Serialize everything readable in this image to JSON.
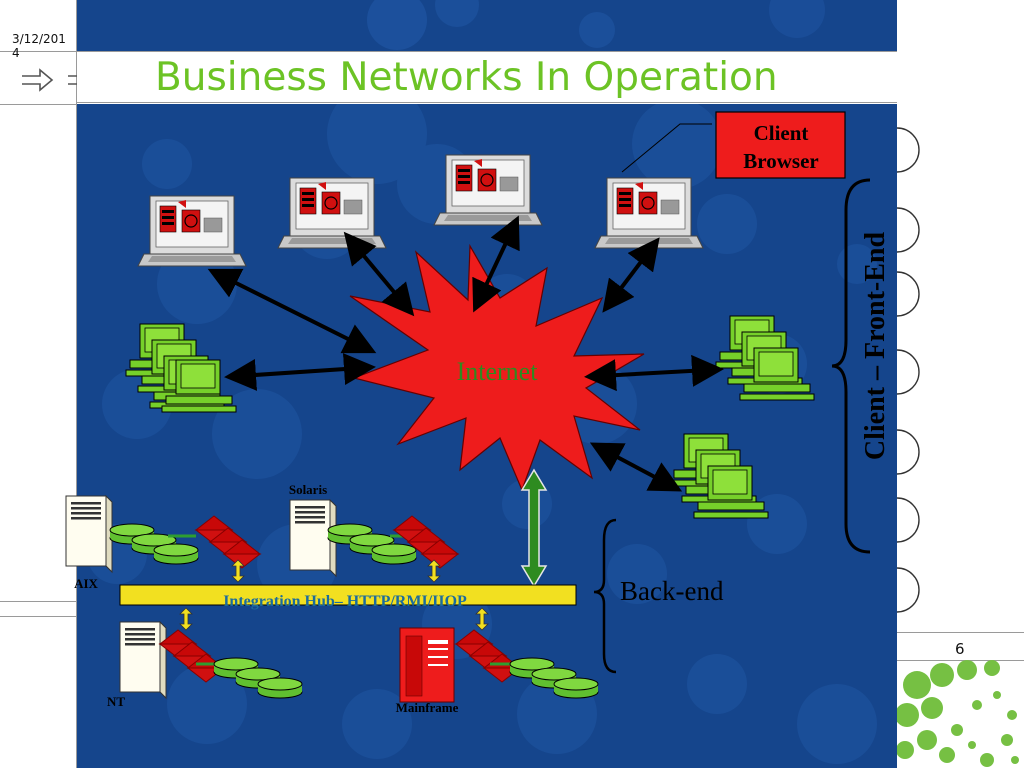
{
  "slide": {
    "date": "3/12/2014",
    "title": "Business Networks In Operation",
    "page_number": "6"
  },
  "diagram": {
    "callout_label": [
      "Client",
      "Browser"
    ],
    "center_label": "Internet",
    "front_end_label": "Client – Front-End",
    "back_end_label": "Back-end",
    "hub_label": "Integration Hub– HTTP/RMI/IIOP",
    "server_labels": {
      "aix": "AIX",
      "solaris": "Solaris",
      "nt": "NT",
      "mainframe": "Mainframe"
    }
  },
  "colors": {
    "title_green": "#6cc325",
    "panel_blue": "#15458c",
    "internet_red": "#ee1c1c",
    "hub_yellow": "#f2e020",
    "callout_red": "#ee1c1c",
    "accent_green": "#2e8b20"
  }
}
